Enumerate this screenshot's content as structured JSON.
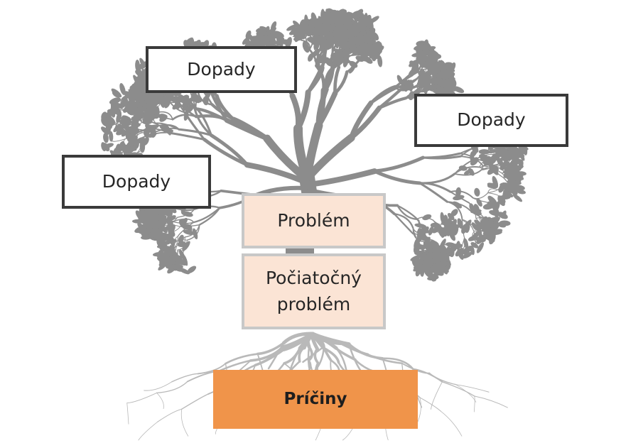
{
  "diagram": {
    "effects": [
      {
        "label": "Dopady"
      },
      {
        "label": "Dopady"
      },
      {
        "label": "Dopady"
      }
    ],
    "problem": {
      "label": "Problém"
    },
    "initial_problem": {
      "label_line1": "Počiatočný",
      "label_line2": "problém"
    },
    "causes": {
      "label": "Príčiny"
    }
  },
  "colors": {
    "tree": "#8c8c8c",
    "effect_border": "#3a3a3a",
    "problem_fill": "#fbe4d5",
    "problem_border": "#c8c8c8",
    "cause_fill": "#f0944a"
  },
  "icons": [
    "tree-illustration"
  ]
}
